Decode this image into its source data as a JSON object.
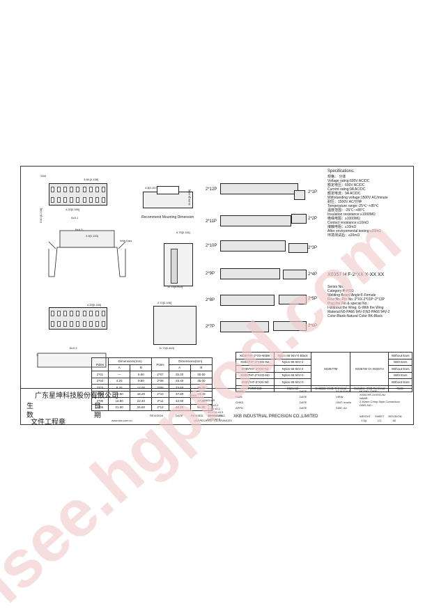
{
  "header_small": "XKB",
  "dims": {
    "w1": "3.88 [0.158]",
    "w2": "4.8[0.157]",
    "h1": "5.80 [0.228]",
    "h2": "11.89 [0.468]",
    "d1": "4.20[0.165]",
    "d2": "A±0.1",
    "mount_title": "Recommend Mounting Dimension",
    "b1": "B±0.3",
    "b2": "3.4[0.133]",
    "ears": "With Ears",
    "c1": "11.75[0.463]",
    "c2": "5.75[0.161]",
    "d3": "4.20[0.165]",
    "bottom_b": "B±0.3",
    "bottom_c": "3.4[0.133]",
    "side1": "11.75[0.463]",
    "side2": "2.70[0.106]"
  },
  "variants": {
    "left": [
      "2*12P",
      "2*11P",
      "2*10P",
      "2*9P",
      "2*8P",
      "2*7P"
    ],
    "right": [
      "2*1P",
      "2*2P",
      "2*3P",
      "2*4P",
      "2*5P",
      "2*6P"
    ]
  },
  "specs": {
    "title": "Specifications:",
    "lines": [
      "规格：                    分体",
      "Voltage rating:600V AC/DC",
      "额定电压：600V AC/DC",
      "Current rating:9A AC/DC",
      "额定电流：9A AC/DC",
      "Withstanding voltage:1500V AC/minute",
      "耐压：1500V AC/分钟",
      "Temperature range:-25℃~+85℃",
      "温度范围：-25℃~+85℃",
      "Insulation resistance:≥1000MΩ",
      "绝缘电阻：≥1000MΩ",
      "Contact resistance:≤10mΩ",
      "接触电阻：≤10mΩ",
      "After environmental testing:≤20mΩ",
      "环境测试后：≤20mΩ"
    ],
    "part_code": "X0357 H F-2*XX X-XX XX",
    "legend": [
      "Series No.",
      "Category:H-HSG",
      "Welding Board Angle:F-Female",
      "Row No.-Pin No.:2*XX-2*01P~2*12P",
      "Plug the Pin & special No.:",
      "I-Without the Wing; G-With the Wing",
      "Material:N0-PA66 94V-0;N2-PA66 94V-2",
      "Color:Blank-Natural Color BK-Black"
    ]
  },
  "dim_table": {
    "head": [
      "Poles",
      "Dimensions(mm)",
      "Poles",
      "Dimensions(mm)"
    ],
    "sub": [
      "A",
      "B",
      "A",
      "B"
    ],
    "rows": [
      [
        "2*01",
        "—",
        "5.60",
        "2*07",
        "25.20",
        "30.60"
      ],
      [
        "2*02",
        "4.20",
        "9.80",
        "2*08",
        "29.40",
        "35.00"
      ],
      [
        "2*03",
        "8.40",
        "14.00",
        "2*09",
        "33.60",
        "39.20"
      ],
      [
        "2*04",
        "12.60",
        "18.20",
        "2*10",
        "37.80",
        "43.40"
      ],
      [
        "2*05",
        "16.80",
        "22.40",
        "2*11",
        "42.00",
        "47.60"
      ],
      [
        "2*06",
        "21.00",
        "26.60",
        "2*12",
        "46.20",
        "51.80"
      ]
    ]
  },
  "parts_table": {
    "rows": [
      [
        "X0357HF-2*XX-N0BK",
        "Nylon 66 94V-0 Black",
        "",
        "",
        "Without Ears"
      ],
      [
        "X0357HF-2*XXG-N2",
        "Nylon 66 94V-2",
        "",
        "",
        "With Ears"
      ],
      [
        "X0357HF-2*XXI-N2",
        "Nylon 66 94V-2",
        "X0357TM",
        "X0357W Or X0357H",
        "Without Ears"
      ],
      [
        "X0357HF-2*XXG-N0",
        "Nylon 66 94V-0",
        "",
        "",
        "With Ears"
      ],
      [
        "X0357HF-2*XXI-N0",
        "Nylon 66 94V-0",
        "",
        "",
        "Without Ears"
      ]
    ],
    "footer": [
      "PART NO",
      "Material",
      "Suitable XKB Terminal",
      "Suitable XKB Terminal",
      "Note"
    ]
  },
  "title_block": {
    "chinese_company": "广东星坤科技股份有限公司",
    "label_sheng": "生",
    "label_ri": "日",
    "label_shu": "数",
    "label_qi": "期",
    "doc_stamp": "文件工程章",
    "xkb": "XKB",
    "angular": "ANGLAR",
    "tol_rows": [
      "X.X ±0.2",
      "X.XX ±0.1",
      "4<L≤16 ±0.3",
      "16<L≤40 ±0.3",
      "L>40 ±0.5"
    ],
    "roles": [
      "DSND",
      "DWN",
      "CHKD",
      "APPD"
    ],
    "date": "DATE",
    "scale": "SCALE:N/A",
    "view": "VIEW:",
    "unit": "UNIT: mm/in",
    "size": "SIZE: A4",
    "model_type_label": "MODEL TYPE:",
    "model_type": "X0357HF-2xXXG-N2",
    "name_label": "NAME:",
    "name": "2.40mm Crimp Style Connectors",
    "dwg_label": "DWG NO.:",
    "company": "XKB INDUSTRIAL PRECISION CO.,LIMITED",
    "weight_label": "WEIGHT",
    "weight": "1.0g",
    "sheet_label": "SHEET",
    "sheet": "1/1",
    "rev_label": "REVISION",
    "rev": "A0",
    "rev_row": [
      "REVISION",
      "DATE",
      "REVISED",
      "APPROVED"
    ],
    "unspecified": "UNSPECIFIED TOLERANCES",
    "site": "www.xkb.com.cn"
  },
  "watermark": "isee.hgprod.com"
}
